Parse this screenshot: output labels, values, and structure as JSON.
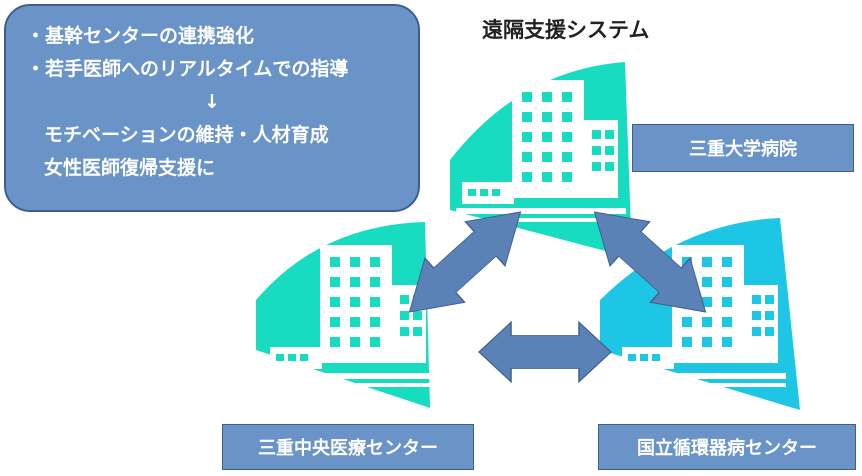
{
  "info_box": {
    "bullet1": "・基幹センターの連携強化",
    "bullet2": "・若手医師へのリアルタイムでの指導",
    "arrow": "↓",
    "result1": "モチベーションの維持・人材育成",
    "result2": "女性医師復帰支援に"
  },
  "title": "遠隔支援システム",
  "hospitals": {
    "top": "三重大学病院",
    "left": "三重中央医療センター",
    "right": "国立循環器病センター"
  },
  "colors": {
    "box_fill": "#6a94c8",
    "box_border": "#3e5f8c",
    "teal": "#18dcc0",
    "cyan": "#1ec6e6",
    "arrow_fill": "#5b82b6"
  }
}
